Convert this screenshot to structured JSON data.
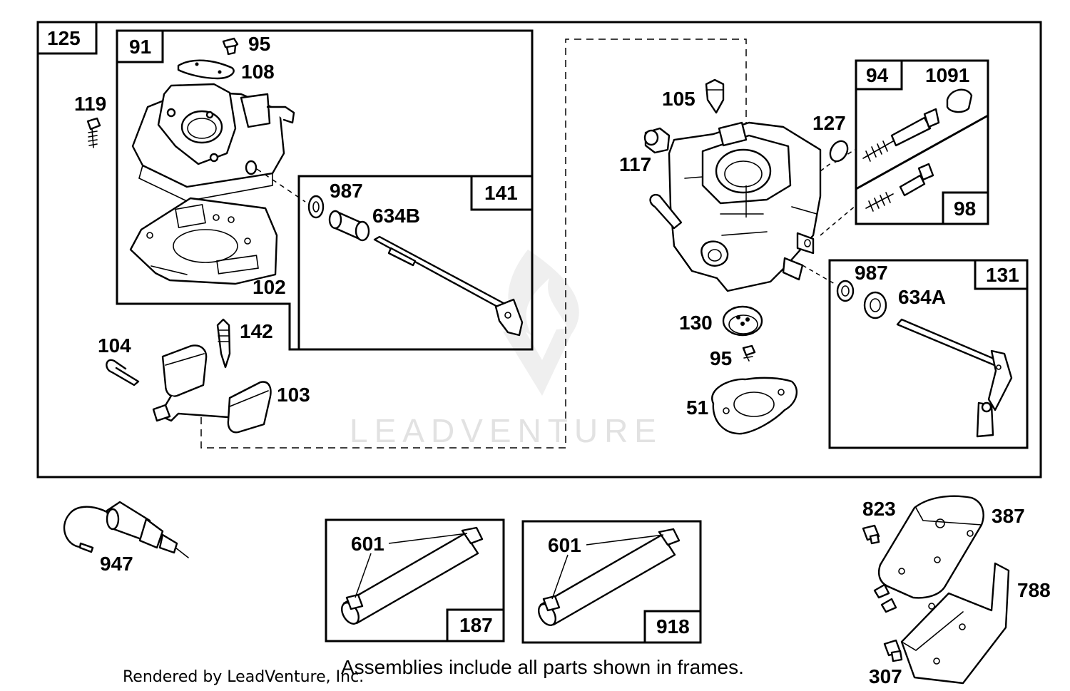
{
  "watermark": "LEADVENTURE",
  "footer": {
    "credit": "Rendered by LeadVenture, Inc.",
    "note": "Assemblies include all parts shown in frames."
  },
  "frames": {
    "f125": "125",
    "f91": "91",
    "f141": "141",
    "f94": "94",
    "f98": "98",
    "f131": "131",
    "f187": "187",
    "f918": "918"
  },
  "callouts": {
    "c95a": "95",
    "c108": "108",
    "c119": "119",
    "c987a": "987",
    "c634b": "634B",
    "c102": "102",
    "c142": "142",
    "c104": "104",
    "c103": "103",
    "c105": "105",
    "c127": "127",
    "c1091": "1091",
    "c117": "117",
    "c987b": "987",
    "c634a": "634A",
    "c130": "130",
    "c95b": "95",
    "c51": "51",
    "c947": "947",
    "c601a": "601",
    "c601b": "601",
    "c823": "823",
    "c387": "387",
    "c788": "788",
    "c307": "307"
  }
}
